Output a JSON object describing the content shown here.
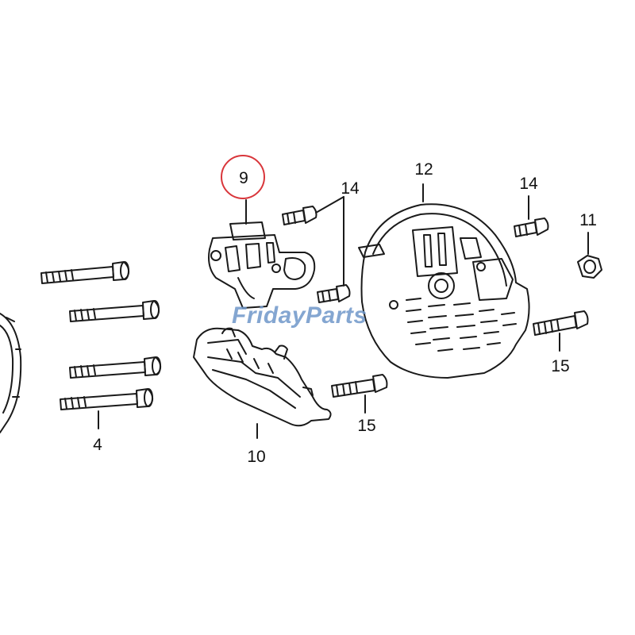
{
  "callouts": {
    "c9": "9",
    "c14a": "14",
    "c12": "12",
    "c14b": "14",
    "c11": "11",
    "c4": "4",
    "c10": "10",
    "c15a": "15",
    "c15b": "15"
  },
  "watermark": "FridayParts",
  "colors": {
    "line": "#1a1a1a",
    "highlight": "#d9363b",
    "watermark": "#6f97c9"
  }
}
